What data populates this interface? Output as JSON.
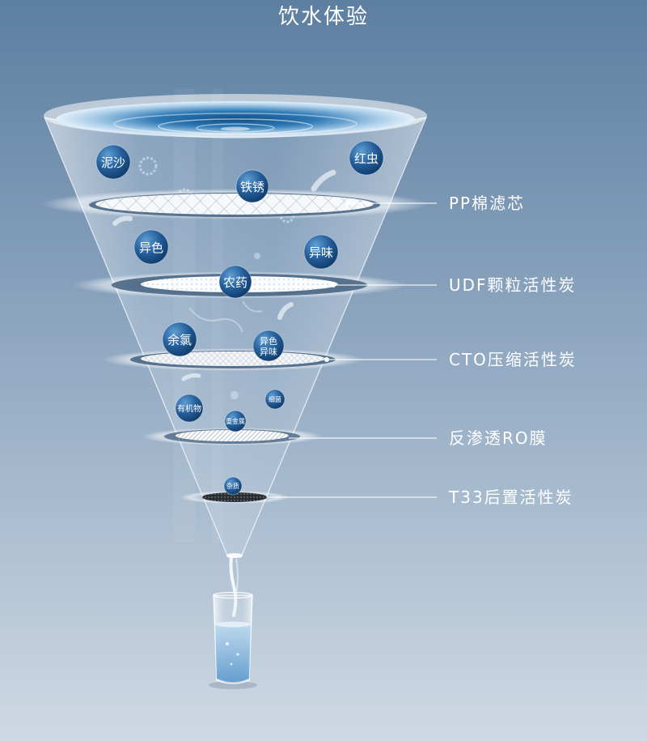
{
  "title": "饮水体验",
  "stages": [
    {
      "label": "PP棉滤芯"
    },
    {
      "label": "UDF颗粒活性炭"
    },
    {
      "label": "CTO压缩活性炭"
    },
    {
      "label": "反渗透RO膜"
    },
    {
      "label": "T33后置活性炭"
    }
  ],
  "pollutants": [
    {
      "text": "泥沙",
      "size": "large"
    },
    {
      "text": "红虫",
      "size": "large"
    },
    {
      "text": "铁锈",
      "size": "large"
    },
    {
      "text": "异色",
      "size": "large"
    },
    {
      "text": "异味",
      "size": "large"
    },
    {
      "text": "农药",
      "size": "large"
    },
    {
      "text": "余氯",
      "size": "large"
    },
    {
      "text": "异色",
      "text2": "异味",
      "size": "medium"
    },
    {
      "text": "有机物",
      "size": "small"
    },
    {
      "text": "细菌",
      "size": "small"
    },
    {
      "text": "重金属",
      "size": "small"
    },
    {
      "text": "杂质",
      "size": "small"
    }
  ],
  "colors": {
    "accent": "#1d4f86",
    "text": "#ffffff"
  }
}
